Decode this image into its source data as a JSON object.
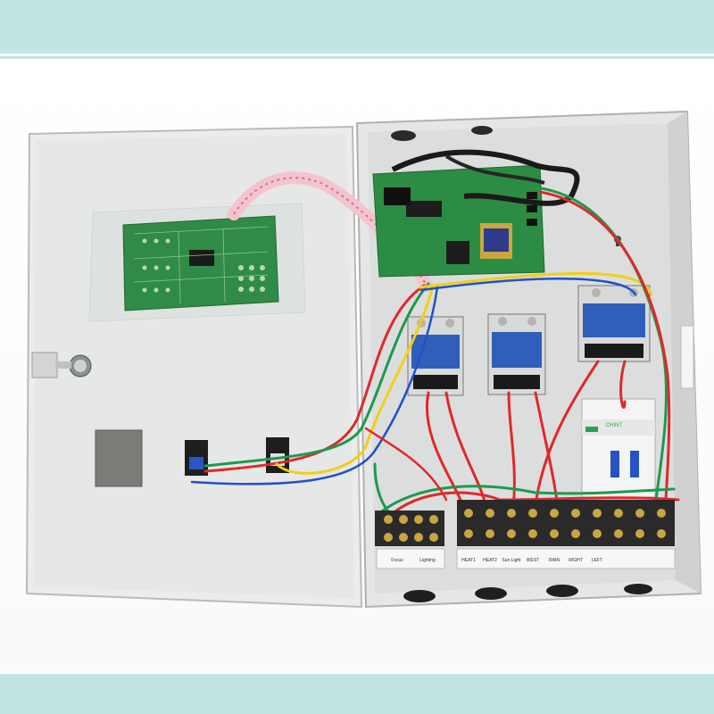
{
  "scene": "electrical control box (open door) with circuit boards, solid state relays, breaker and terminal blocks",
  "colors": {
    "background": "#bfe6e3",
    "box": "#e9ebea",
    "pcb": "#2f8b45",
    "wire_red": "#e0282b",
    "wire_green": "#1d9a4d",
    "wire_yellow": "#f0cf18",
    "wire_blue": "#2051c9"
  },
  "left_block_labels": [
    "Focus",
    "Lighting"
  ],
  "terminal_labels": [
    "HEAT1",
    "HEAT2",
    "Sun Light",
    "WEST",
    "RAIN",
    "RIGHT",
    "LEFT",
    "",
    "",
    ""
  ],
  "breaker_brand": "CHINT"
}
